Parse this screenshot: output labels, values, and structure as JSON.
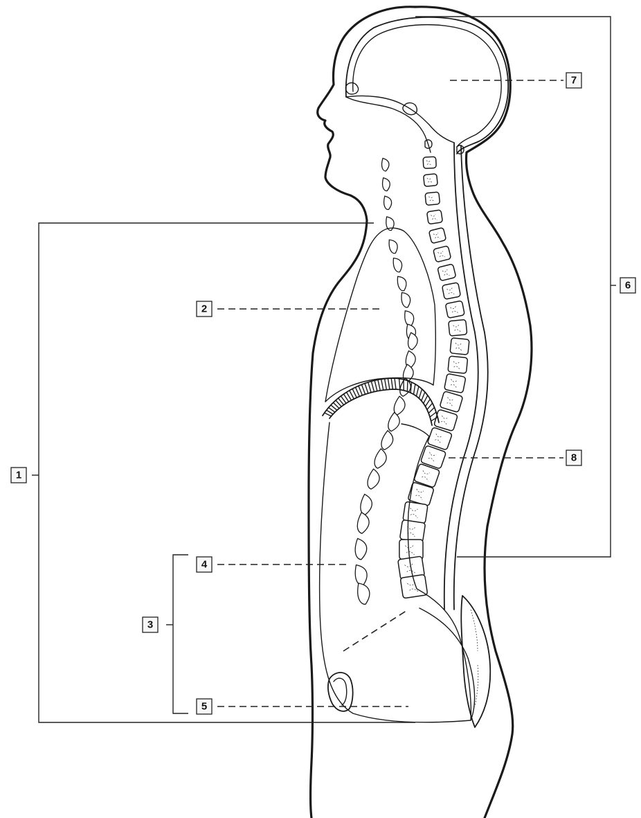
{
  "labels": {
    "l1": "1",
    "l2": "2",
    "l3": "3",
    "l4": "4",
    "l5": "5",
    "l6": "6",
    "l7": "7",
    "l8": "8"
  },
  "colors": {
    "line": "#1a1a1a",
    "background": "#ffffff",
    "label_box": "#f7f7f7"
  }
}
